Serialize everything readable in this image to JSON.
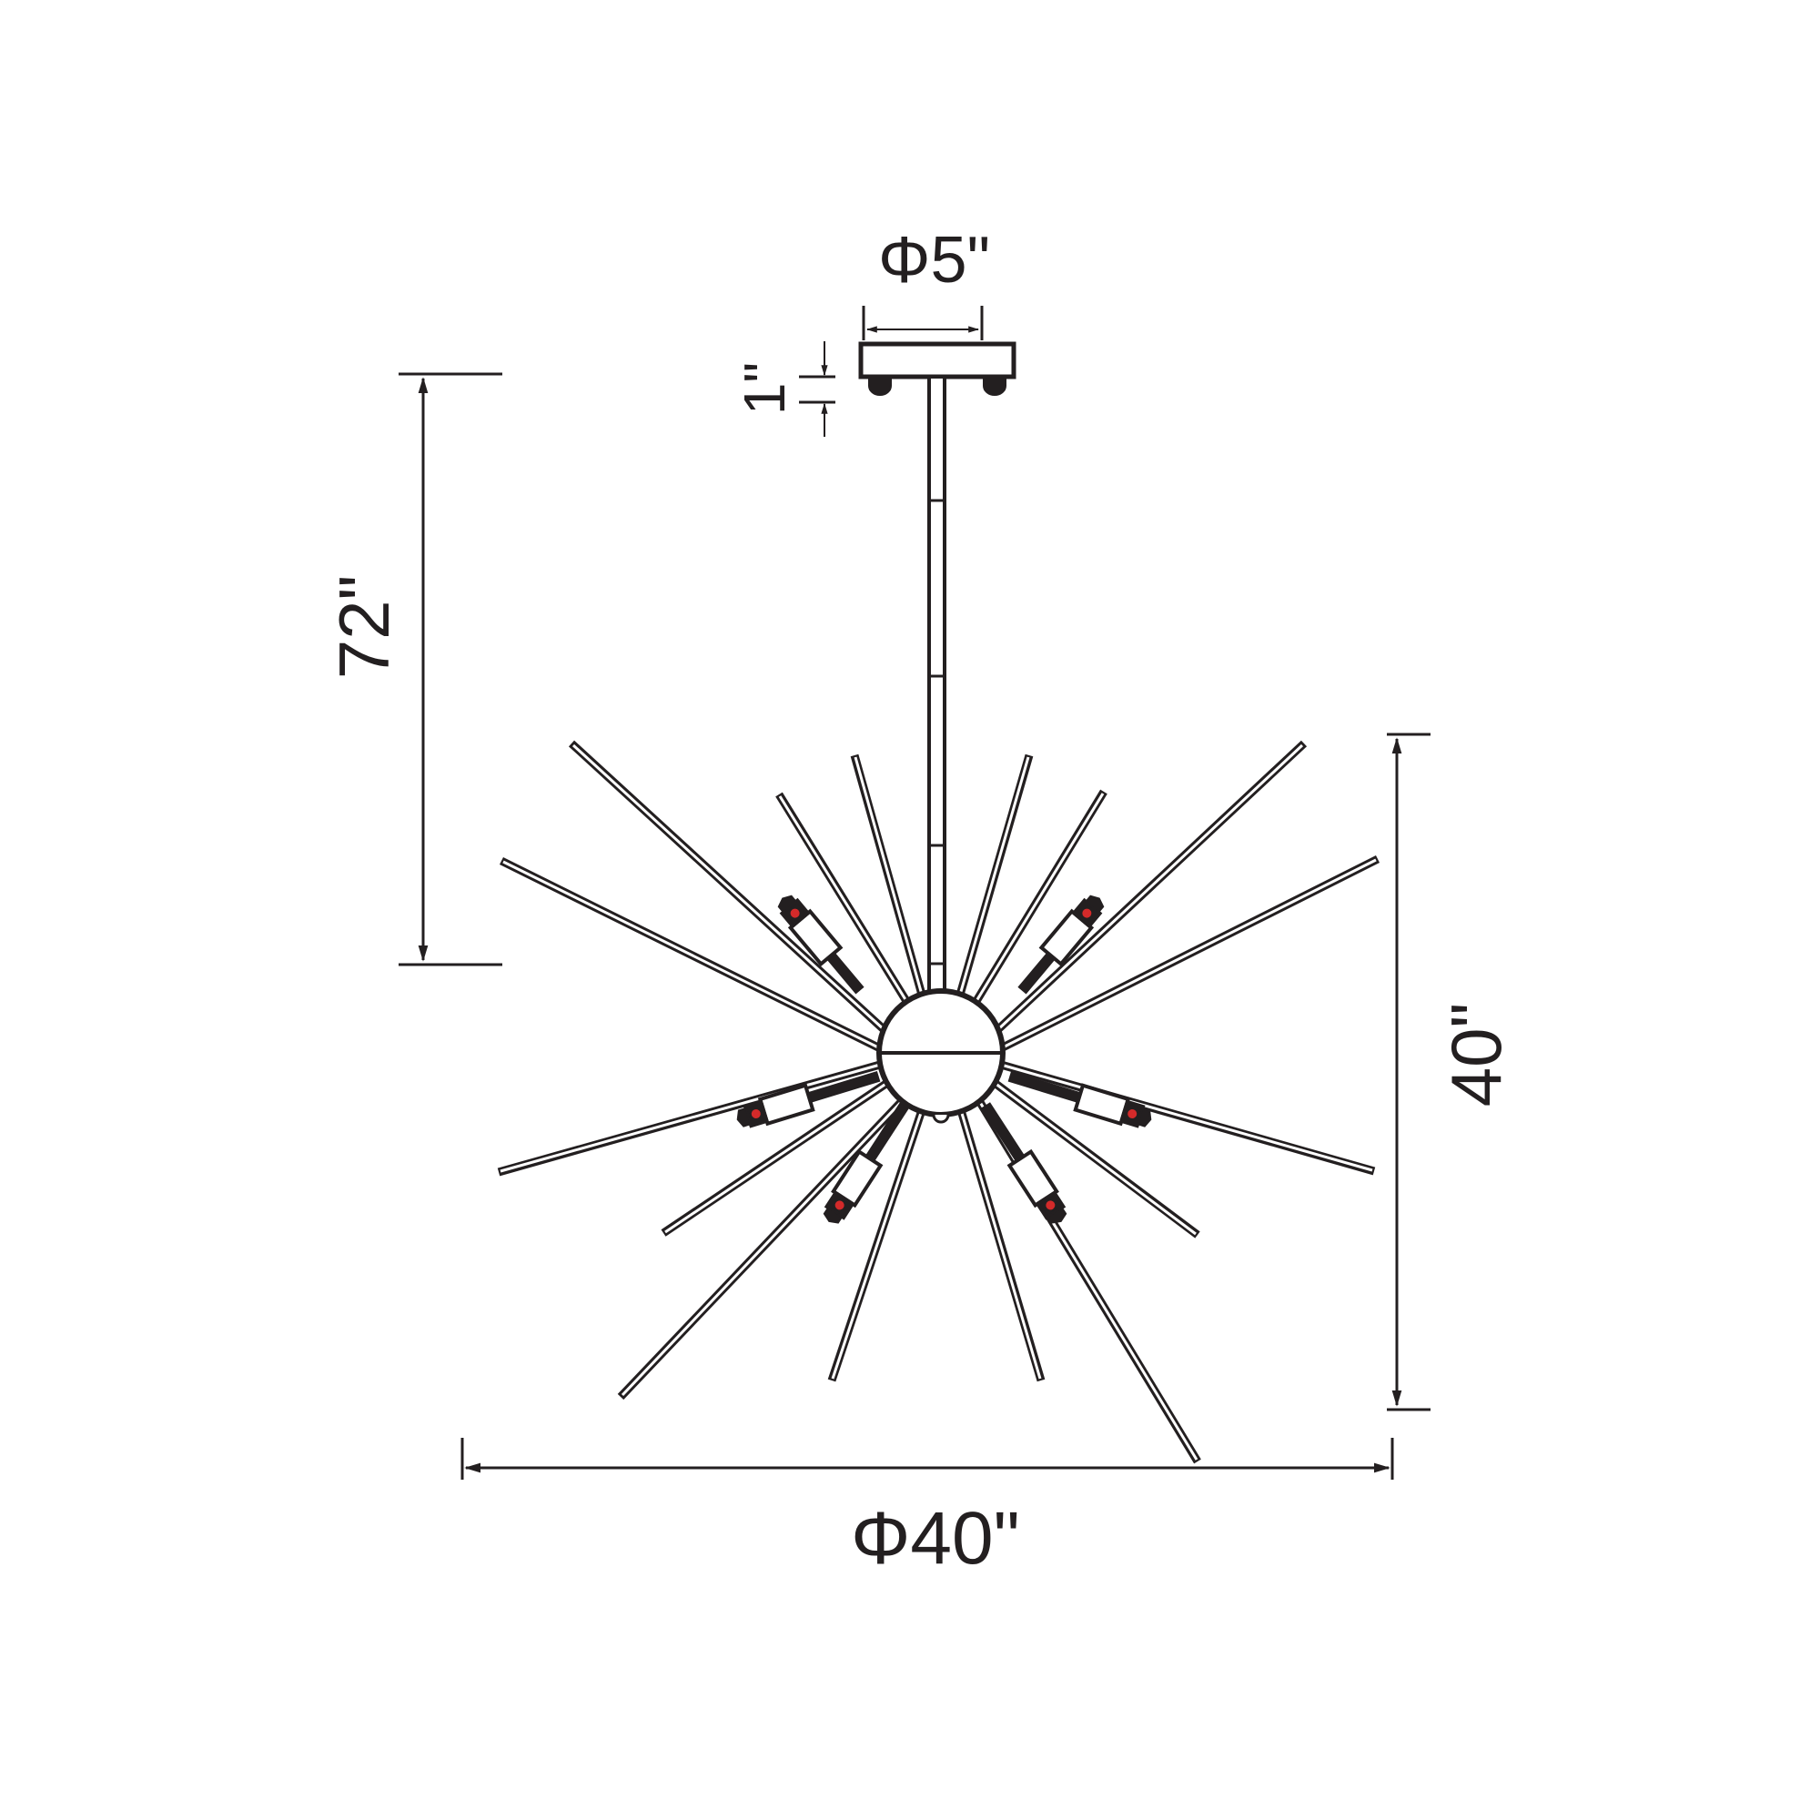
{
  "diagram": {
    "type": "dimension-drawing",
    "subject": "sputnik-style pendant chandelier",
    "colors": {
      "line": "#231f20",
      "background": "#ffffff",
      "bulb_accent": "#d42a2a"
    },
    "dimensions": {
      "canopy_diameter": {
        "label": "Φ5\"",
        "value": 5,
        "unit": "in"
      },
      "canopy_height": {
        "label": "1\"",
        "value": 1,
        "unit": "in"
      },
      "overall_rod_length": {
        "label": "72\"",
        "value": 72,
        "unit": "in"
      },
      "fixture_height": {
        "label": "40\"",
        "value": 40,
        "unit": "in"
      },
      "fixture_diameter": {
        "label": "Φ40\"",
        "value": 40,
        "unit": "in"
      }
    },
    "components": {
      "canopy": "canopy",
      "downrod_segments": 4,
      "center_sphere": "center-sphere",
      "rods": 16,
      "lamp_sockets": 6
    }
  }
}
